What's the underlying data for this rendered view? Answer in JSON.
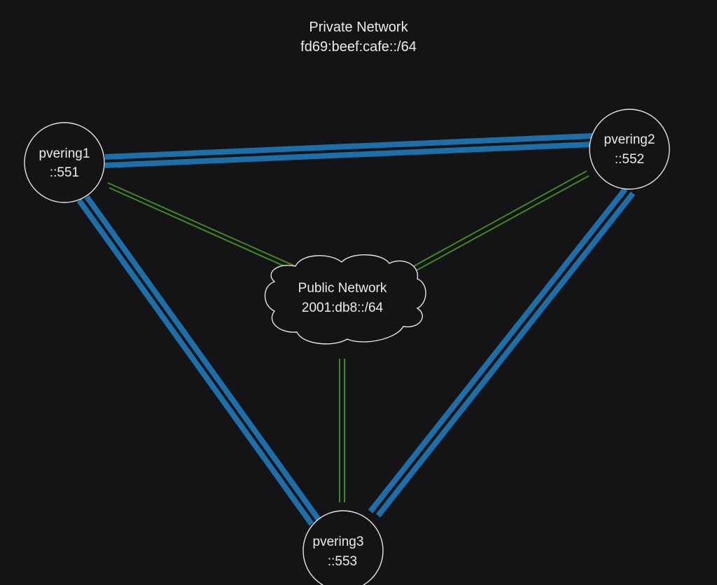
{
  "title": {
    "line1": "Private Network",
    "line2": "fd69:beef:cafe::/64"
  },
  "public_network": {
    "line1": "Public Network",
    "line2": "2001:db8::/64"
  },
  "nodes": [
    {
      "id": "pvering1",
      "name": "pvering1",
      "address": "::551"
    },
    {
      "id": "pvering2",
      "name": "pvering2",
      "address": "::552"
    },
    {
      "id": "pvering3",
      "name": "pvering3",
      "address": "::553"
    }
  ],
  "links": {
    "private": {
      "color": "#1c6fa8",
      "pairs": [
        [
          "pvering1",
          "pvering2"
        ],
        [
          "pvering1",
          "pvering3"
        ],
        [
          "pvering2",
          "pvering3"
        ]
      ]
    },
    "public": {
      "color": "#3f8a1f",
      "pairs": [
        [
          "pvering1",
          "cloud"
        ],
        [
          "pvering2",
          "cloud"
        ],
        [
          "pvering3",
          "cloud"
        ]
      ]
    }
  }
}
